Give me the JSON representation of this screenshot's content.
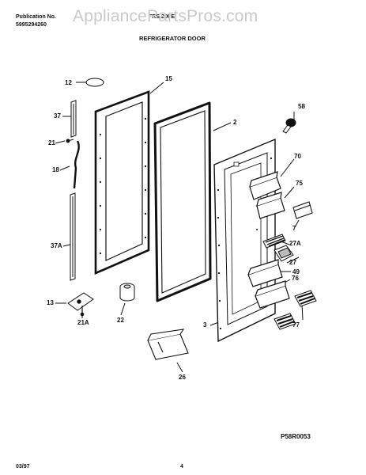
{
  "header": {
    "publication_label": "Publication No.",
    "publication_number": "5995294260",
    "model_partial": "FRS 2 X E",
    "title": "REFRIGERATOR DOOR"
  },
  "watermark": "AppliancePartsPros.com",
  "callouts": {
    "c12": "12",
    "c15": "15",
    "c37": "37",
    "c21": "21",
    "c18": "18",
    "c37A": "37A",
    "c13": "13",
    "c21A": "21A",
    "c22": "22",
    "c2": "2",
    "c3": "3",
    "c26": "26",
    "c58": "58",
    "c70": "70",
    "c75": "75",
    "c7": "7",
    "c27A": "27A",
    "c27": "27",
    "c49": "49",
    "c76": "76",
    "c77": "77"
  },
  "diagram_ref": "P58R0053",
  "footer": {
    "date": "03/97",
    "page": "4"
  }
}
